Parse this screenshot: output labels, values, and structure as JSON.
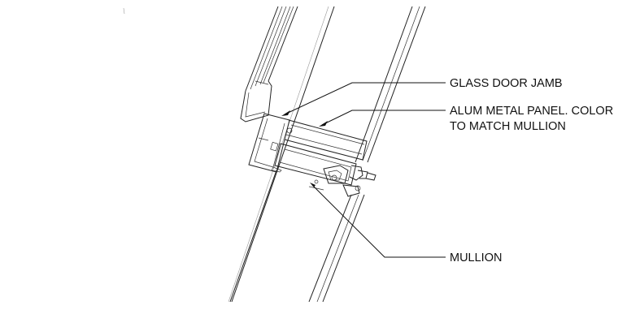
{
  "callouts": {
    "glass_door_jamb": "GLASS DOOR JAMB",
    "alum_panel_line1": "ALUM METAL PANEL. COLOR",
    "alum_panel_line2": "TO MATCH MULLION",
    "mullion": "MULLION"
  }
}
